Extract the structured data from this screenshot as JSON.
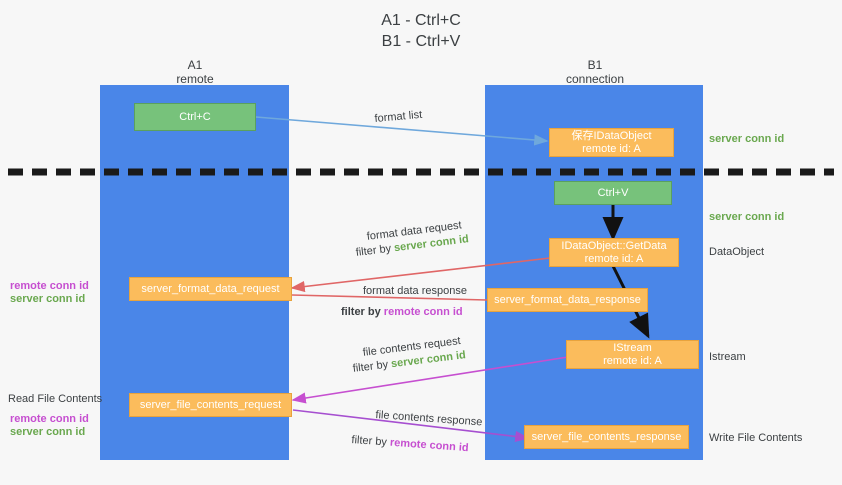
{
  "title": {
    "line1": "A1 - Ctrl+C",
    "line2": "B1 - Ctrl+V"
  },
  "colors": {
    "lane": "#4a86e8",
    "box_orange": "#fbbc5c",
    "box_green": "#77c27b",
    "server_conn_id": "#6aa84f",
    "remote_conn_id": "#c64fd0",
    "arrow_blue": "#6fa8dc",
    "arrow_red": "#e06666",
    "arrow_magenta": "#c64fd0",
    "arrow_purple": "#a64fd0",
    "arrow_black": "#000000",
    "divider": "#1a1a1a",
    "background": "#f7f7f7"
  },
  "columns": [
    {
      "name": "A1",
      "subtitle": "remote"
    },
    {
      "name": "B1",
      "subtitle": "connection"
    }
  ],
  "boxes": {
    "ctrl_c": {
      "line1": "Ctrl+C",
      "line2": ""
    },
    "save_dataobj": {
      "line1": "保存IDataObject",
      "line2": "remote id: A"
    },
    "ctrl_v": {
      "line1": "Ctrl+V",
      "line2": ""
    },
    "getdata": {
      "line1": "IDataObject::GetData",
      "line2": "remote id: A"
    },
    "istream": {
      "line1": "IStream",
      "line2": "remote id: A"
    },
    "fmt_req": {
      "line1": "server_format_data_request",
      "line2": ""
    },
    "fmt_resp": {
      "line1": "server_format_data_response",
      "line2": ""
    },
    "file_req": {
      "line1": "server_file_contents_request",
      "line2": ""
    },
    "file_resp": {
      "line1": "server_file_contents_response",
      "line2": ""
    }
  },
  "edge_labels": {
    "format_list": "format list",
    "fmt_req_l1": "format data request",
    "fmt_req_filter_prefix": "filter by ",
    "fmt_req_filter_value": "server conn id",
    "fmt_resp_l1": "format data response",
    "fmt_resp_filter_prefix": "filter by ",
    "fmt_resp_filter_value": "remote conn id",
    "file_req_l1": "file contents request",
    "file_req_filter_prefix": "filter by ",
    "file_req_filter_value": "server conn id",
    "file_resp_l1": "file contents response",
    "file_resp_filter_prefix": "filter by ",
    "file_resp_filter_value": "remote conn id"
  },
  "right_labels": {
    "server_conn_id_top": "server conn id",
    "server_conn_id_mid": "server conn id",
    "dataobject": "DataObject",
    "istream": "Istream",
    "write_file_contents": "Write File Contents"
  },
  "left_labels": {
    "remote_conn_id_1": "remote conn id",
    "server_conn_id_1": "server conn id",
    "read_file_contents": "Read File Contents",
    "remote_conn_id_2": "remote conn id",
    "server_conn_id_2": "server conn id"
  }
}
